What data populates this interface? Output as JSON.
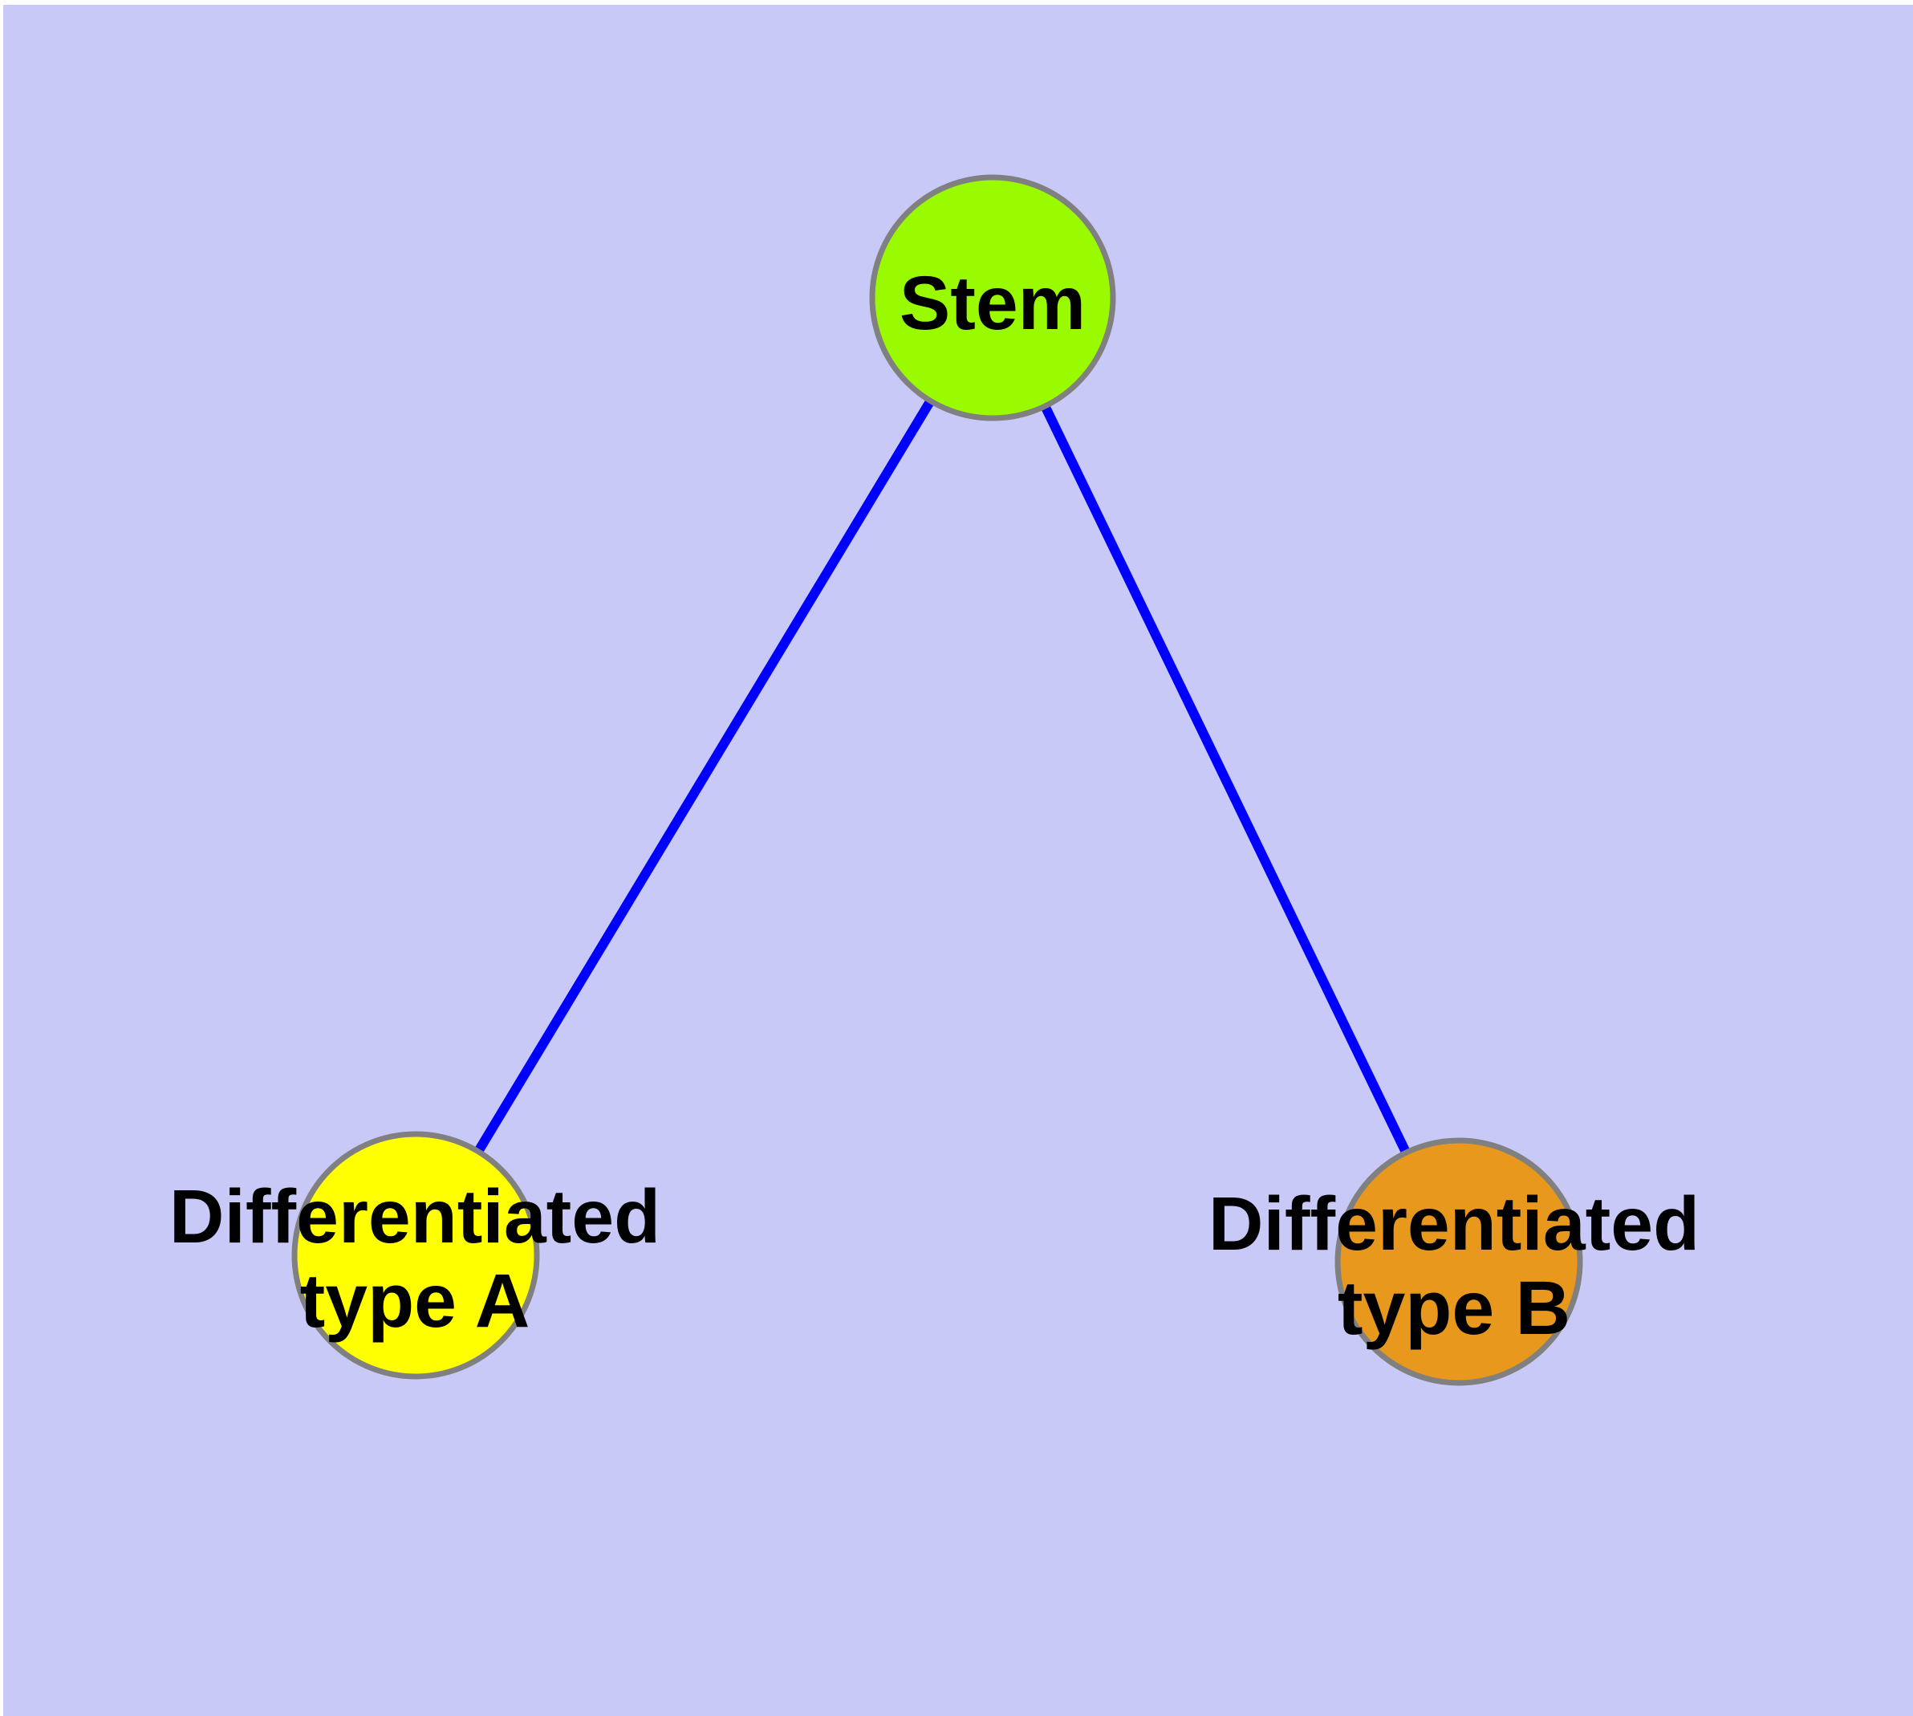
{
  "canvas": {
    "background_color": "#C9C9F8",
    "margin_color": "#FFFFFF"
  },
  "graph": {
    "type": "tree",
    "label_color": "#000000",
    "node_border_color": "#808080",
    "edge_color": "#0000FF",
    "nodes": {
      "stem": {
        "label": "Stem",
        "fill": "#9AFA00"
      },
      "type_a": {
        "label": "Differentiated type A",
        "label_line1": "Differentiated",
        "label_line2": "type A",
        "fill": "#FFFF00"
      },
      "type_b": {
        "label": "Differentiated type B",
        "label_line1": "Differentiated",
        "label_line2": "type B",
        "fill": "#E8991D"
      }
    },
    "edges": [
      {
        "source": "Stem",
        "target": "Differentiated type A"
      },
      {
        "source": "Stem",
        "target": "Differentiated type B"
      }
    ]
  }
}
